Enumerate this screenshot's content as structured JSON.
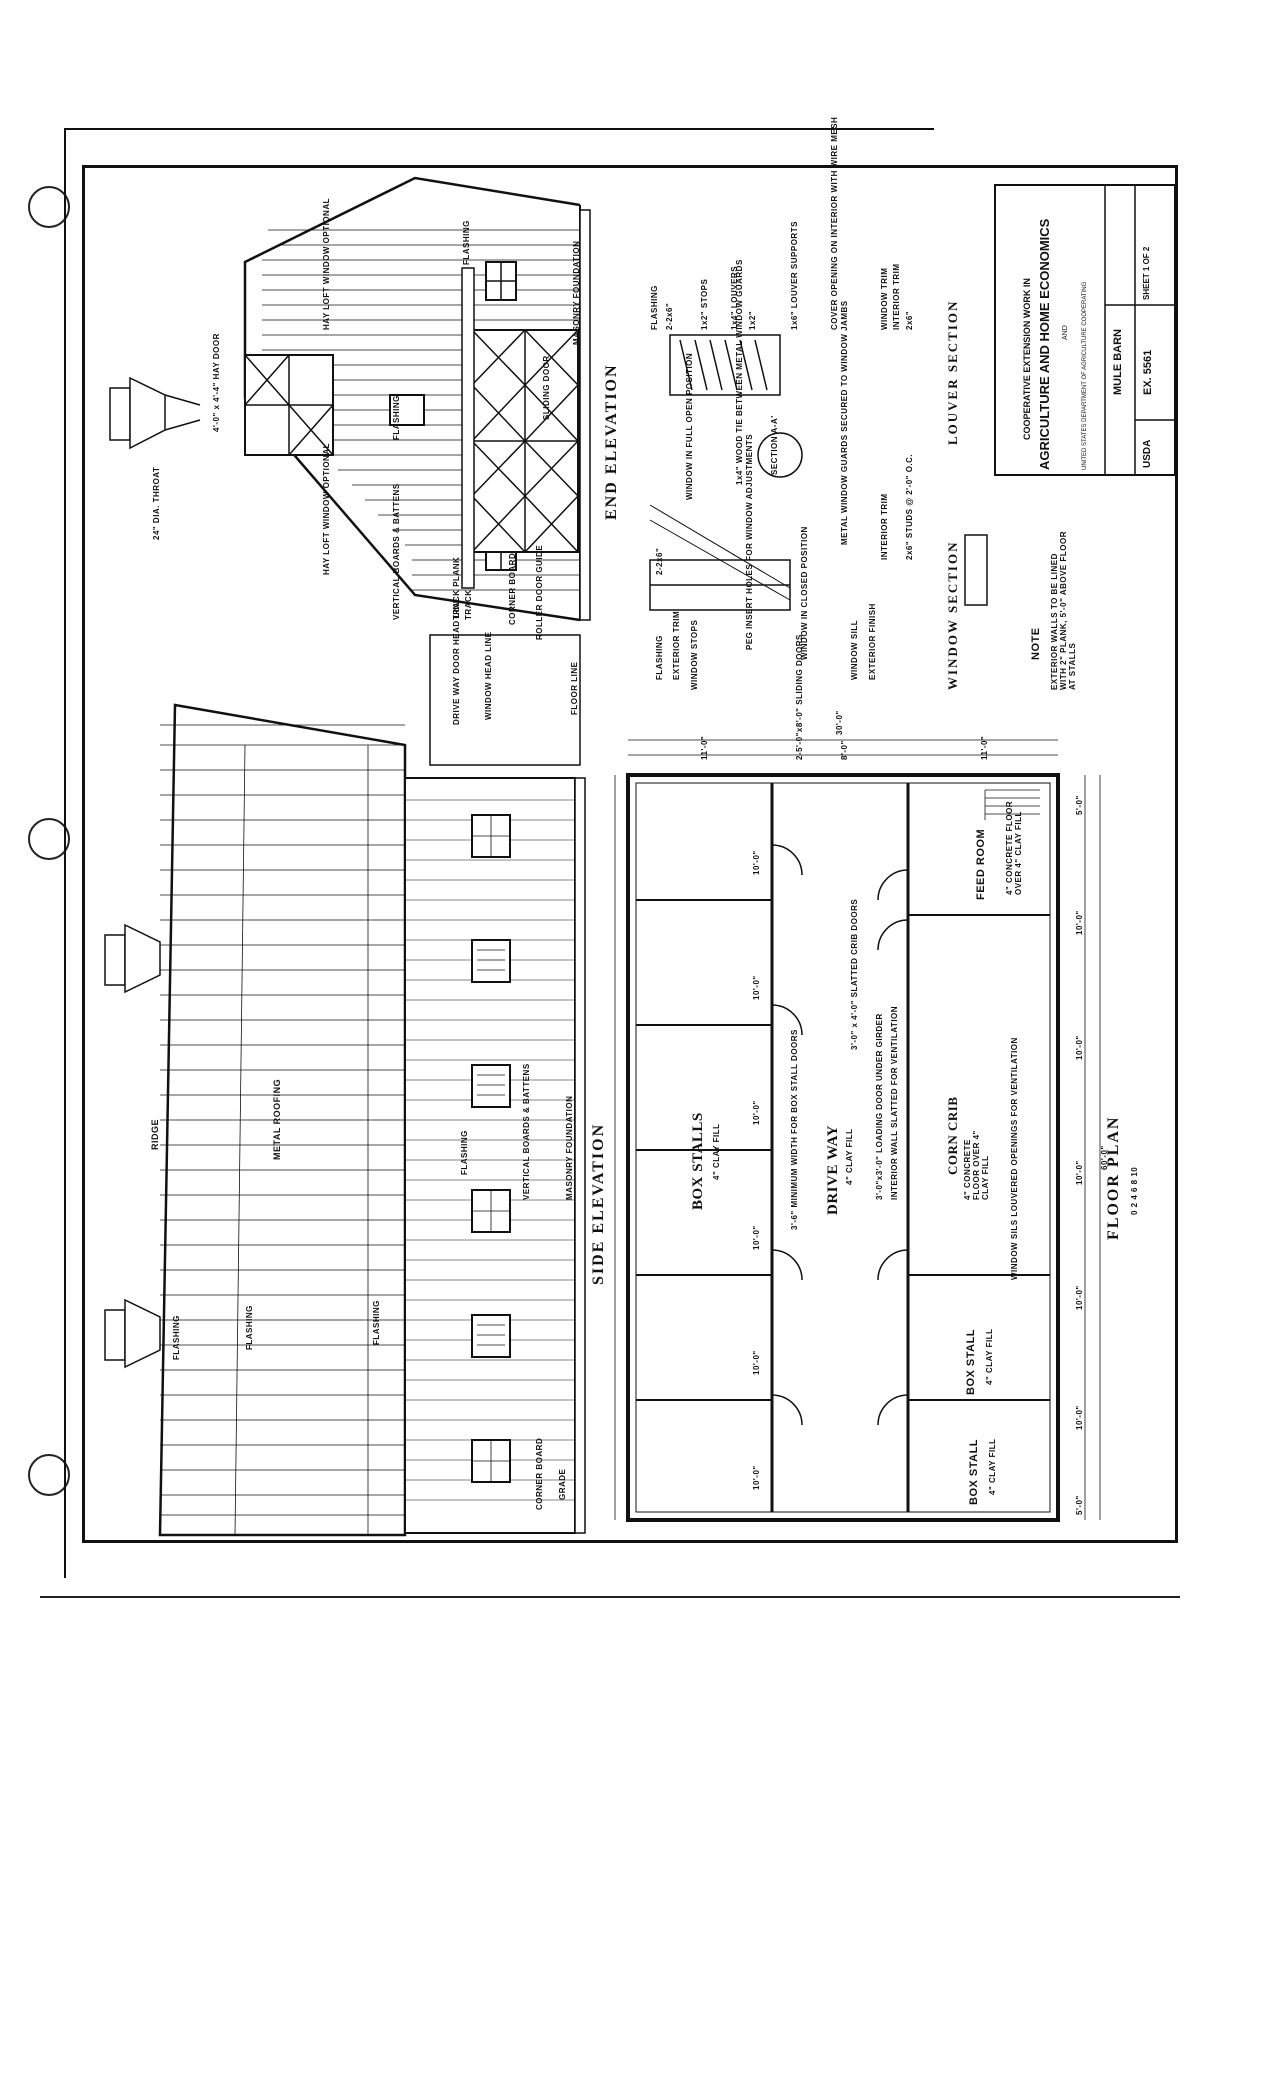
{
  "title_block": {
    "line1": "COOPERATIVE EXTENSION WORK IN",
    "line2": "AGRICULTURE AND HOME ECONOMICS",
    "line3": "AND",
    "line4": "UNITED STATES DEPARTMENT OF AGRICULTURE COOPERATING",
    "project": "MULE BARN",
    "agency": "USDA",
    "plan_no": "EX. 5561",
    "sheet": "SHEET 1 OF 2"
  },
  "end_elevation": {
    "title": "END ELEVATION",
    "labels": {
      "throat": "24\" DIA. THROAT",
      "hay_door": "4'-0\" x 4'-4\" HAY DOOR",
      "hay_loft_left": "HAY LOFT WINDOW OPTIONAL",
      "hay_loft_right": "HAY LOFT WINDOW OPTIONAL",
      "flashing_top": "FLASHING",
      "flashing_mid": "FLASHING",
      "vertical_boards": "VERTICAL BOARDS & BATTENS",
      "track_plank": "TRACK PLANK",
      "track": "TRACK",
      "corner_board": "CORNER BOARD",
      "roller_door_guide": "ROLLER DOOR GUIDE",
      "masonry_foundation": "MASONRY FOUNDATION",
      "sliding_door": "SLIDING DOOR"
    }
  },
  "side_elevation": {
    "title": "SIDE ELEVATION",
    "labels": {
      "ridge": "RIDGE",
      "metal_roofing": "METAL ROOFING",
      "flashing_1": "FLASHING",
      "flashing_2": "FLASHING",
      "flashing_3": "FLASHING",
      "flashing_4": "FLASHING",
      "vertical_boards": "VERTICAL BOARDS & BATTENS",
      "masonry_foundation": "MASONRY FOUNDATION",
      "corner_board": "CORNER BOARD",
      "grade": "GRADE",
      "drive_way_door": "DRIVE WAY DOOR HEAD LINE",
      "window_head_line": "WINDOW HEAD LINE",
      "floor_line": "FLOOR LINE"
    }
  },
  "window_section": {
    "title": "WINDOW SECTION",
    "labels": {
      "flashing": "FLASHING",
      "dim_top": "2-2x6\"",
      "exterior_trim": "EXTERIOR TRIM",
      "window_in_full": "WINDOW IN FULL OPEN POSITION",
      "window_stops": "WINDOW STOPS",
      "wood_tie": "1x4\" WOOD TIE BETWEEN METAL WINDOW GUARDS",
      "peg_insert": "PEG INSERT HOLES FOR WINDOW ADJUSTMENTS",
      "window_closed": "WINDOW IN CLOSED POSITION",
      "metal_window_guards": "METAL WINDOW GUARDS SECURED TO WINDOW JAMBS",
      "window_sill": "WINDOW SILL",
      "exterior_finish": "EXTERIOR FINISH",
      "interior_trim": "INTERIOR TRIM",
      "studs": "2x6\" STUDS @ 2'-0\" O.C.",
      "section_aa": "SECTION A-A'"
    }
  },
  "louver_section": {
    "title": "LOUVER SECTION",
    "labels": {
      "flashing": "FLASHING",
      "dim_top": "2-2x6\"",
      "stops": "1x2\" STOPS",
      "louvers": "1x4\" LOUVERS",
      "dim_mid": "1x2\"",
      "supports": "1x6\" LOUVER SUPPORTS",
      "cover": "COVER OPENING ON INTERIOR WITH WIRE MESH",
      "window_trim": "WINDOW TRIM",
      "interior_trim": "INTERIOR TRIM",
      "dim_bot": "2x6\""
    }
  },
  "note": {
    "title": "NOTE",
    "text": "EXTERIOR WALLS TO BE LINED WITH 2\" PLANK, 5'-0\" ABOVE FLOOR AT STALLS"
  },
  "floor_plan": {
    "title": "FLOOR PLAN",
    "labels": {
      "box_stalls": "BOX STALLS",
      "box_stalls_fill": "4\" CLAY FILL",
      "drive_way": "DRIVE WAY",
      "drive_way_fill": "4\" CLAY FILL",
      "box_stall_1": "BOX STALL",
      "box_stall_1_fill": "4\" CLAY FILL",
      "box_stall_2": "BOX STALL",
      "box_stall_2_fill": "4\" CLAY FILL",
      "corn_crib": "CORN CRIB",
      "corn_crib_floor": "4\" CONCRETE FLOOR OVER 4\" CLAY FILL",
      "feed_room": "FEED ROOM",
      "feed_room_floor": "4\" CONCRETE FLOOR OVER 4\" CLAY FILL",
      "slatted_doors": "3'-0\" x 4'-0\" SLATTED CRIB DOORS",
      "minimum_width": "3'-6\" MINIMUM WIDTH FOR BOX STALL DOORS",
      "loading_door": "3'-0\"x3'-0\" LOADING DOOR UNDER GIRDER",
      "interior_wall": "INTERIOR WALL SLATTED FOR VENTILATION",
      "window_sills": "WINDOW SILS LOUVERED OPENINGS FOR VENTILATION",
      "sliding_doors": "2-5'-0\"x8'-0\" SLIDING DOORS",
      "overall_width": "30'-0\"",
      "overall_length": "60'-0\"",
      "dim_11": "11'-0\"",
      "dim_8a": "8'-0\"",
      "dim_11b": "11'-0\""
    },
    "bay_dims_bottom": [
      "10'-0\"",
      "10'-0\"",
      "10'-0\"",
      "10'-0\"",
      "10'-0\"",
      "10'-0\""
    ],
    "bay_dims_right": [
      "5'-0\"",
      "10'-0\"",
      "10'-0\"",
      "10'-0\"",
      "10'-0\"",
      "10'-0\"",
      "5'-0\""
    ]
  },
  "scale": {
    "marks": "0 2 4 6 8 10"
  }
}
